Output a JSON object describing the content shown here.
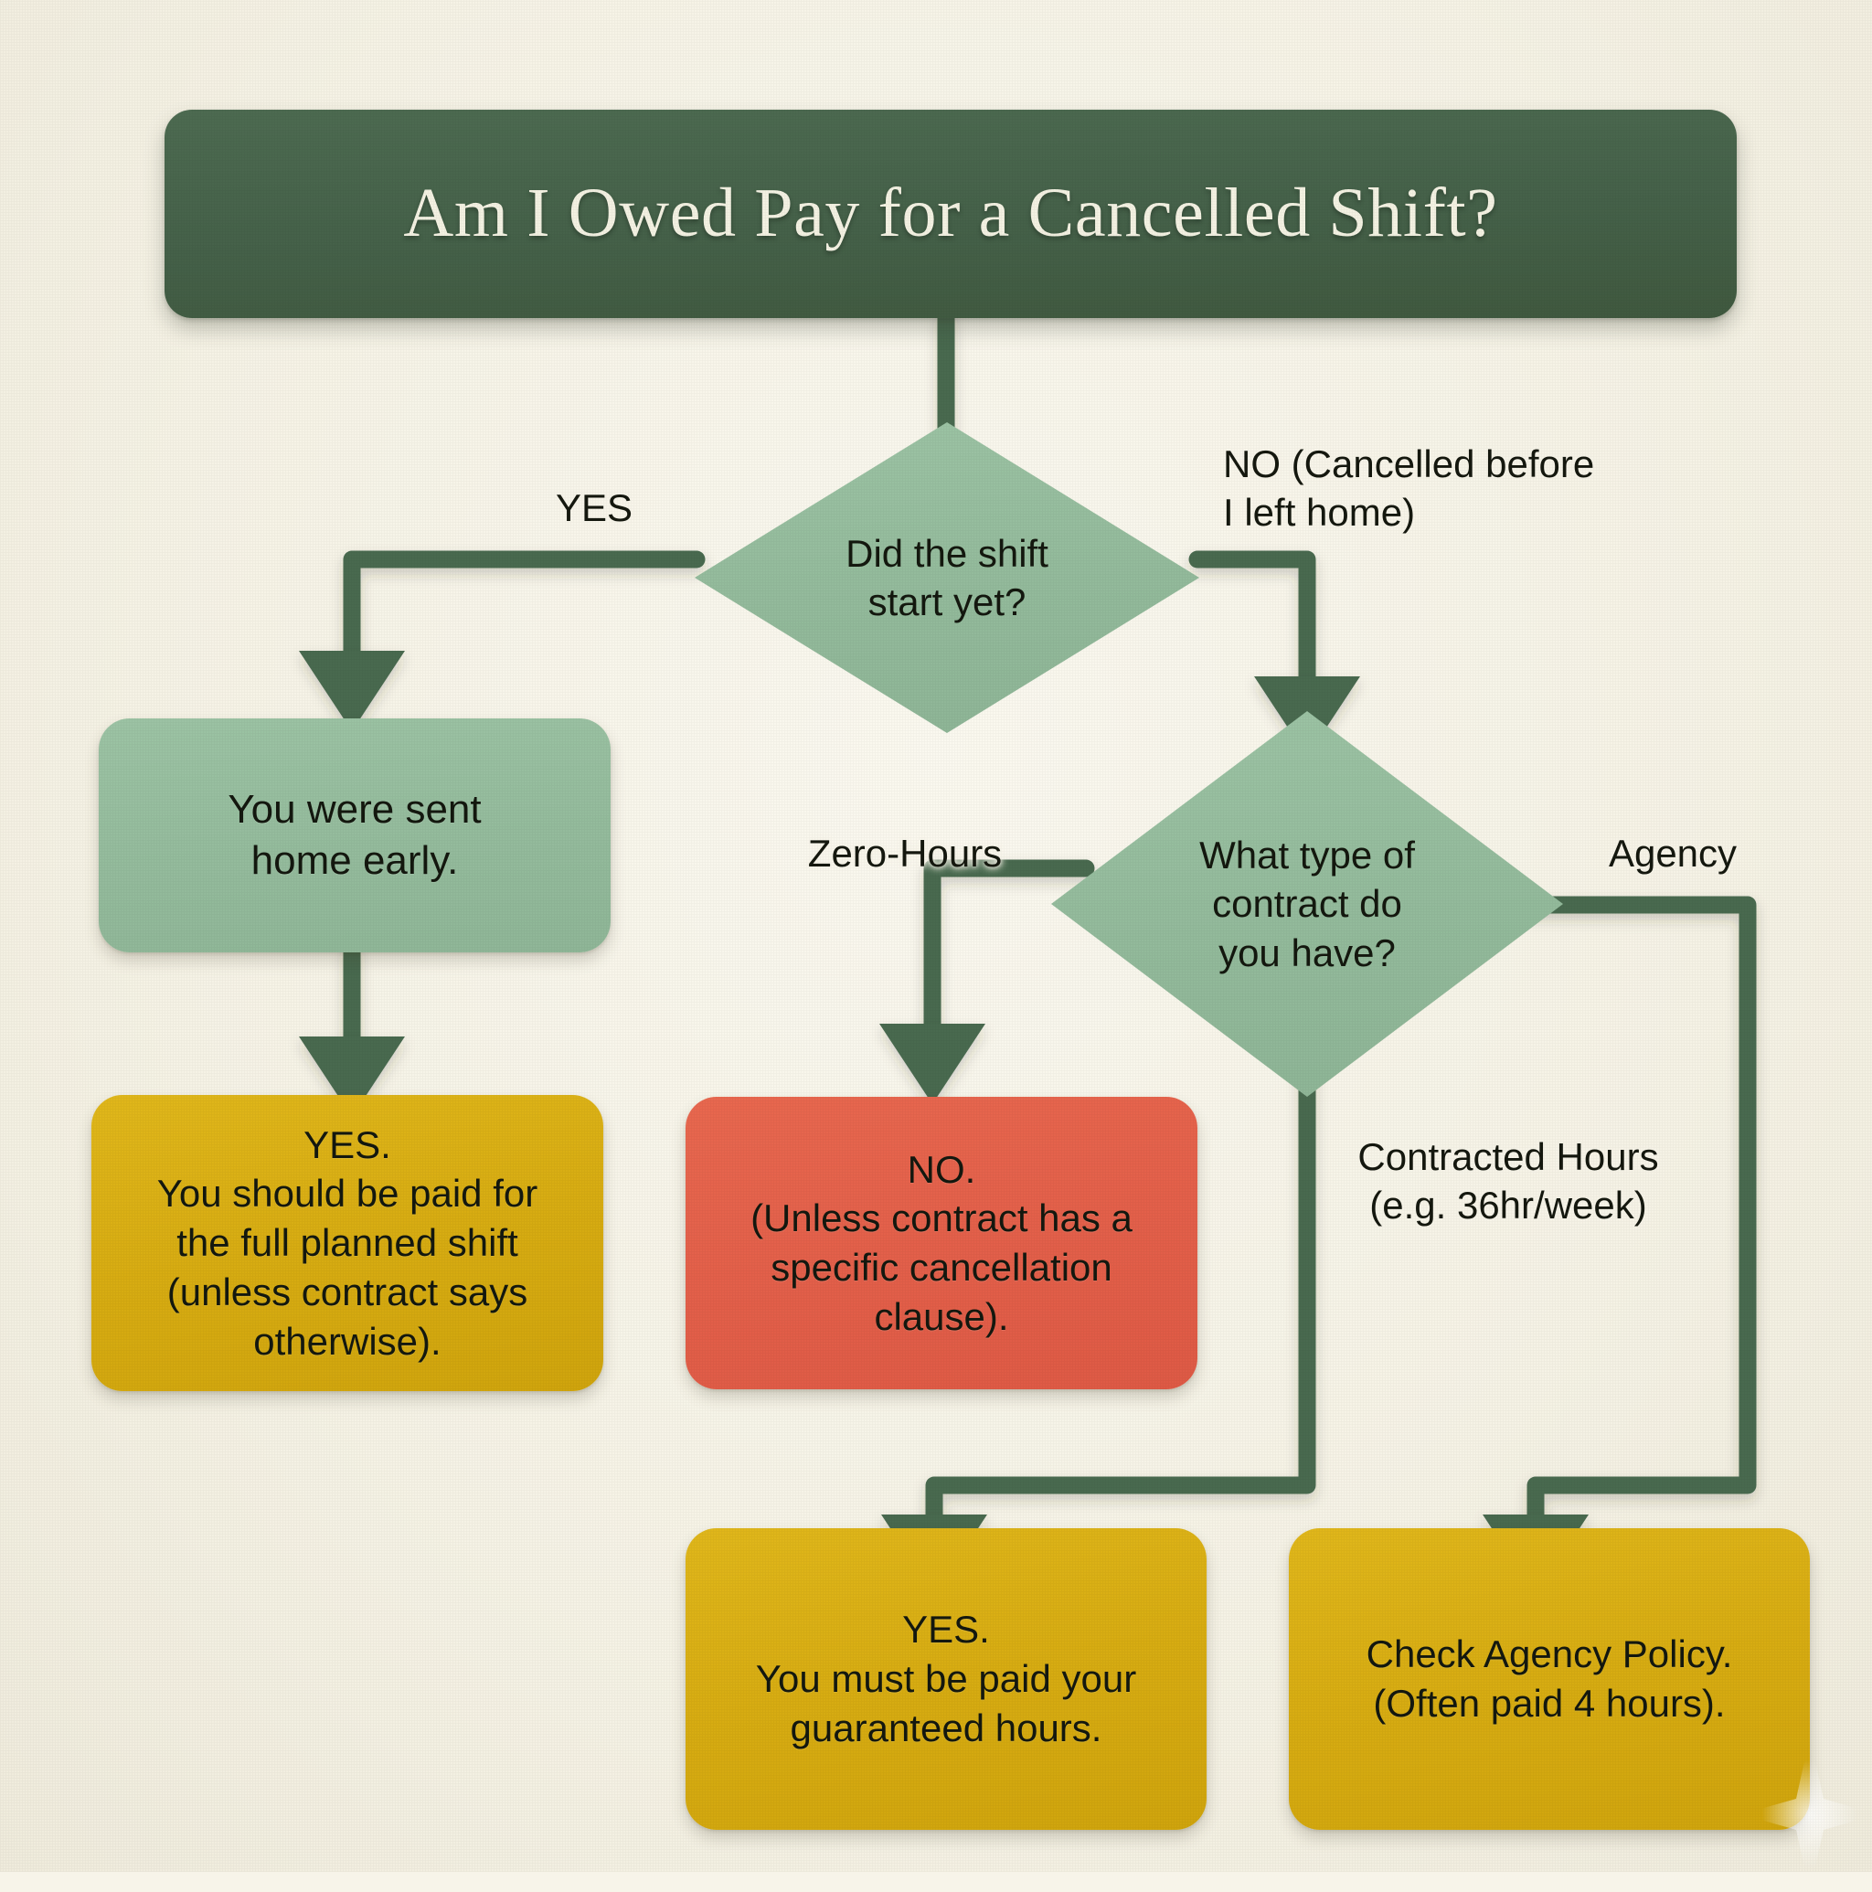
{
  "palette": {
    "background": "#f7f4e9",
    "title_bar": "#456149",
    "connector": "#4a6b50",
    "green_node": "#94bb9c",
    "yellow_node": "#d7ac12",
    "red_node": "#e3604a",
    "text": "#14180f",
    "title_text": "#f3f1e2"
  },
  "title": {
    "text": "Am I Owed Pay for a Cancelled Shift?"
  },
  "nodes": {
    "decision_shift_started": {
      "type": "decision",
      "text": "Did the shift\nstart yet?"
    },
    "sent_home_early": {
      "type": "process",
      "color": "green",
      "text": "You were sent\nhome early."
    },
    "yes_full_planned_shift": {
      "type": "outcome",
      "color": "yellow",
      "text": "YES.\nYou should be paid for\nthe full planned shift\n(unless contract says\notherwise)."
    },
    "decision_contract_type": {
      "type": "decision",
      "text": "What type of\ncontract do\nyou have?"
    },
    "no_unless_clause": {
      "type": "outcome",
      "color": "red",
      "text": "NO.\n(Unless contract has a\nspecific cancellation\nclause)."
    },
    "yes_guaranteed_hours": {
      "type": "outcome",
      "color": "yellow",
      "text": "YES.\nYou must be paid your\nguaranteed hours."
    },
    "check_agency_policy": {
      "type": "outcome",
      "color": "yellow",
      "text": "Check Agency Policy.\n(Often paid 4 hours)."
    }
  },
  "edge_labels": {
    "yes": "YES",
    "no_cancelled_before": "NO (Cancelled before\nI left home)",
    "zero_hours": "Zero-Hours",
    "agency": "Agency",
    "contracted_hours": "Contracted Hours\n(e.g. 36hr/week)"
  },
  "chart_data": {
    "type": "diagram",
    "title": "Am I Owed Pay for a Cancelled Shift?",
    "diagram_kind": "flowchart",
    "nodes": [
      {
        "id": "title",
        "shape": "rounded-bar",
        "label": "Am I Owed Pay for a Cancelled Shift?",
        "color": "#456149"
      },
      {
        "id": "d1",
        "shape": "diamond",
        "label": "Did the shift start yet?",
        "color": "#94bb9c"
      },
      {
        "id": "n1",
        "shape": "rounded-rect",
        "label": "You were sent home early.",
        "color": "#94bb9c"
      },
      {
        "id": "o1",
        "shape": "rounded-rect",
        "label": "YES. You should be paid for the full planned shift (unless contract says otherwise).",
        "color": "#d7ac12"
      },
      {
        "id": "d2",
        "shape": "diamond",
        "label": "What type of contract do you have?",
        "color": "#94bb9c"
      },
      {
        "id": "o2",
        "shape": "rounded-rect",
        "label": "NO. (Unless contract has a specific cancellation clause).",
        "color": "#e3604a"
      },
      {
        "id": "o3",
        "shape": "rounded-rect",
        "label": "YES. You must be paid your guaranteed hours.",
        "color": "#d7ac12"
      },
      {
        "id": "o4",
        "shape": "rounded-rect",
        "label": "Check Agency Policy. (Often paid 4 hours).",
        "color": "#d7ac12"
      }
    ],
    "edges": [
      {
        "from": "title",
        "to": "d1",
        "label": ""
      },
      {
        "from": "d1",
        "to": "n1",
        "label": "YES"
      },
      {
        "from": "d1",
        "to": "d2",
        "label": "NO (Cancelled before I left home)"
      },
      {
        "from": "n1",
        "to": "o1",
        "label": ""
      },
      {
        "from": "d2",
        "to": "o2",
        "label": "Zero-Hours"
      },
      {
        "from": "d2",
        "to": "o3",
        "label": "Contracted Hours (e.g. 36hr/week)"
      },
      {
        "from": "d2",
        "to": "o4",
        "label": "Agency"
      }
    ]
  }
}
